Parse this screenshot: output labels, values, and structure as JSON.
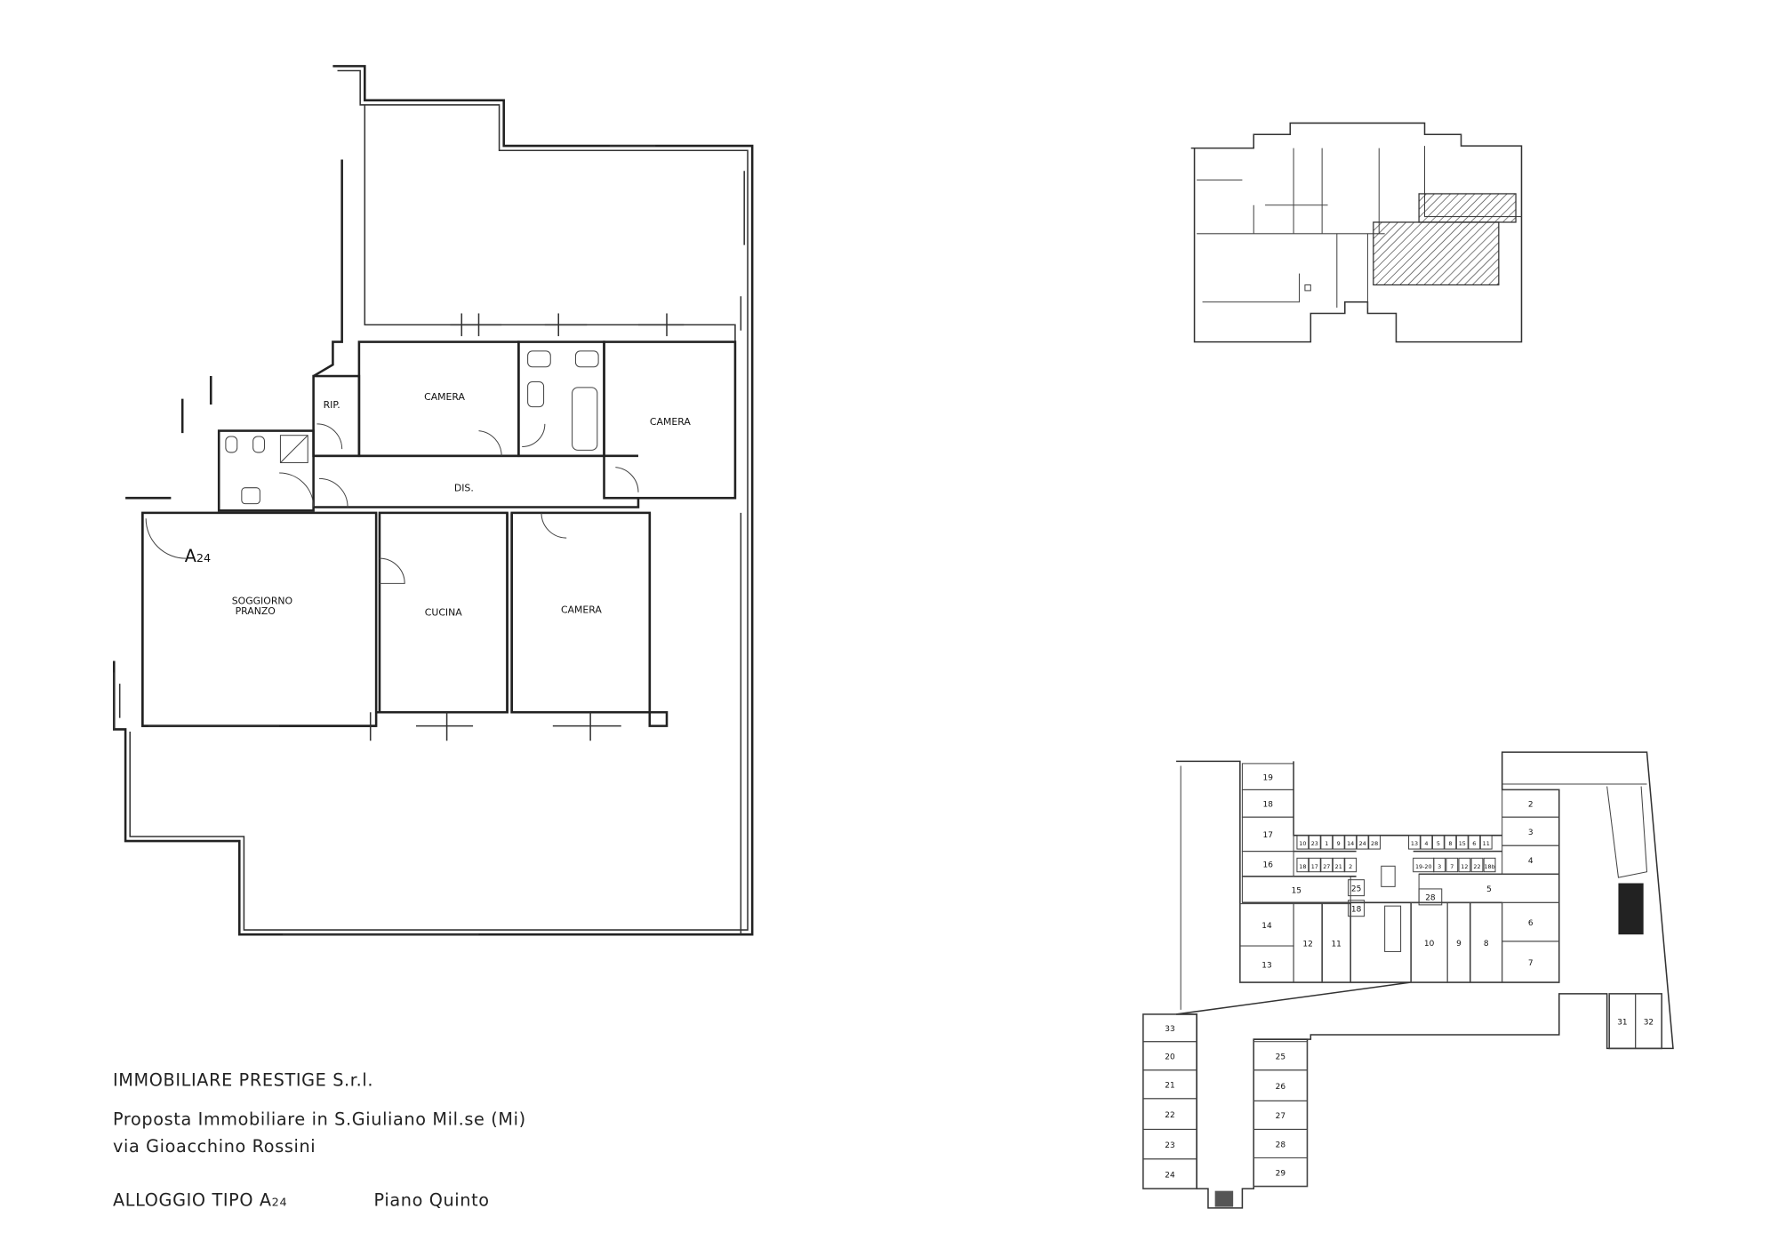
{
  "main_plan": {
    "unit_tag": "A",
    "unit_tag_sub": "24",
    "rooms": {
      "camera_top": "CAMERA",
      "camera_right": "CAMERA",
      "camera_bottom": "CAMERA",
      "rip": "RIP.",
      "dis": "DIS.",
      "soggiorno": "SOGGIORNO",
      "pranzo": "PRANZO",
      "cucina": "CUCINA"
    }
  },
  "site_plan": {
    "cellar_numbers": [
      "19",
      "18",
      "17",
      "16",
      "15",
      "14",
      "13",
      "12",
      "11",
      "2",
      "3",
      "4",
      "5",
      "6",
      "7",
      "10",
      "9",
      "8",
      "25",
      "28",
      "18"
    ],
    "small_cellars_row1": [
      "10",
      "23",
      "1",
      "9",
      "14",
      "24",
      "28",
      "13",
      "4",
      "5",
      "8",
      "15",
      "6",
      "11"
    ],
    "small_cellars_row2": [
      "18",
      "17",
      "27",
      "21",
      "2",
      "19-20",
      "3",
      "7",
      "12",
      "22",
      "18b"
    ],
    "garages_left": [
      "33",
      "20",
      "21",
      "22",
      "23",
      "24"
    ],
    "garages_right": [
      "25",
      "26",
      "27",
      "28",
      "29"
    ],
    "garages_far": [
      "31",
      "32"
    ]
  },
  "title_block": {
    "company": "IMMOBILIARE  PRESTIGE  S.r.l.",
    "line1": "Proposta  Immobiliare  in  S.Giuliano  Mil.se  (Mi)",
    "line2": "via  Gioacchino  Rossini",
    "unit_type": "ALLOGGIO  TIPO  A",
    "unit_type_sub": "24",
    "floor": "Piano  Quinto"
  }
}
